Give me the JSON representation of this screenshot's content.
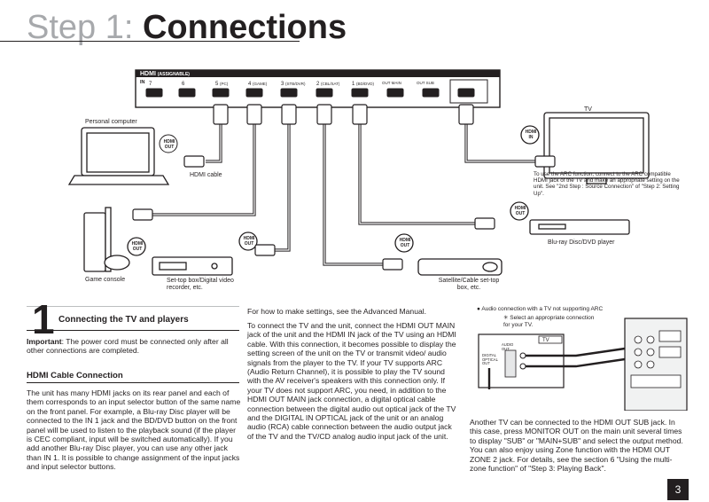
{
  "header": {
    "step": "Step 1:",
    "title": "Connections"
  },
  "diagram": {
    "panel_label": "HDMI",
    "panel_sub": "(ASSIGNABLE)",
    "in_label": "IN",
    "jacks": [
      {
        "num": "7",
        "name": ""
      },
      {
        "num": "6",
        "name": ""
      },
      {
        "num": "5",
        "name": "(PC)"
      },
      {
        "num": "4",
        "name": "(GAME)"
      },
      {
        "num": "3",
        "name": "(STB/DVR)"
      },
      {
        "num": "2",
        "name": "(CBL/SAT)"
      },
      {
        "num": "1",
        "name": "(BD/DVD)"
      }
    ],
    "out_labels": [
      "OUT MAIN",
      "OUT SUB"
    ],
    "device_labels": {
      "personal_computer": "Personal computer",
      "hdmi_cable": "HDMI cable",
      "tv": "TV",
      "game_console": "Game console",
      "stb": "Set-top box/Digital video recorder, etc.",
      "satellite": "Satellite/Cable set-top box, etc.",
      "bluray": "Blu-ray Disc/DVD player"
    },
    "tag_out": "HDMI OUT",
    "tag_in": "HDMI IN",
    "arc_note": "To use the ARC function, connect to the ARC compatible HDMI jack of the TV and make an appropriate setting on the unit. See \"2nd Step : Source Connection\" of \"Step 2: Setting Up\"."
  },
  "section": {
    "number": "1",
    "title": "Connecting the TV and players",
    "important_label": "Important",
    "important_text": ": The power cord must be connected only after all other connections are completed.",
    "hdmi_heading": "HDMI Cable Connection",
    "col1_text": "The unit has many HDMI jacks on its rear panel and each of them corresponds to an input selector button of the same name on the front panel. For example, a Blu-ray Disc player will be connected to the IN 1 jack and the BD/DVD button on the front panel will be used to listen to the playback sound (if the player is CEC compliant, input will be switched automatically). If you add another Blu-ray Disc player, you can use any other jack than IN 1. It is possible to change assignment of the input jacks and input selector buttons.",
    "col2_intro": "For how to make settings, see the Advanced Manual.",
    "col2_text": "To connect the TV and the unit, connect the HDMI OUT MAIN jack of the unit and the HDMI IN jack of the TV using an HDMI cable. With this connection, it becomes possible to display the setting screen of the unit on the TV or transmit video/ audio signals from the player to the TV. If your TV supports ARC (Audio Return Channel), it is possible to play the TV sound with the AV receiver's speakers with this connection only. If your TV does not support ARC, you need, in addition to the HDMI OUT MAIN jack connection, a digital optical cable connection between the digital audio out optical jack of the TV and the DIGITAL IN OPTICAL jack of the unit or an analog audio (RCA) cable connection between the audio output jack of the TV and the TV/CD analog audio input jack of the unit.",
    "inset_bullet": "Audio connection with a TV not supporting ARC",
    "inset_note": "Select an appropriate connection for your TV.",
    "inset_tv": "TV",
    "inset_labels": [
      "AUDIO OUT",
      "DIGITAL OPTICAL OUT"
    ],
    "col3_text": "Another TV can be connected to the HDMI OUT SUB jack. In this case, press MONITOR OUT on the main unit several times to display \"SUB\" or \"MAIN+SUB\" and select the output method. You can also enjoy using Zone function with the HDMI OUT ZONE 2 jack. For details, see the section 6 \"Using the multi-zone function\" of \"Step 3: Playing Back\"."
  },
  "page_number": "3"
}
